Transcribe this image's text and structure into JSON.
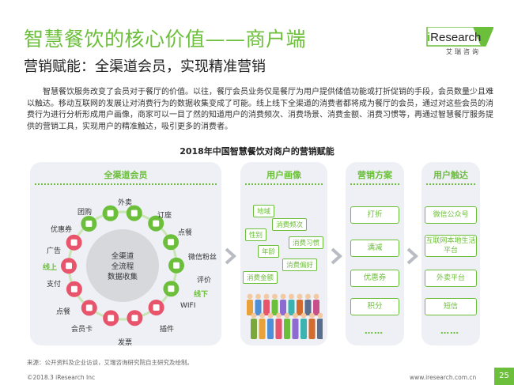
{
  "header": {
    "title": "智慧餐饮的核心价值——商户端",
    "subtitle": "营销赋能：全渠道会员，实现精准营销"
  },
  "brand": {
    "logo_text": "Research",
    "logo_i": "i",
    "logo_cn": "艾瑞咨询",
    "accent_color": "#6cbf3a"
  },
  "intro": "智慧餐饮服务改变了会员对于餐厅的价值。以往，餐厅会员业务仅是餐厅为用户提供储值功能或打折促销的手段，会员数量少且难以触达。移动互联网的发展让对消费行为的数据收集变成了可能。线上线下全渠道的消费者都将成为餐厅的会员，通过对这些会员的消费行为进行分析形成用户画像，商家可以一目了然的知道用户的消费频次、消费场景、消费金额、消费习惯等，再通过智慧餐厅服务提供的营销工具，实现用户的精准触达，吸引更多的消费者。",
  "chart": {
    "title": "2018年中国智慧餐饮对商户的营销赋能",
    "panels": {
      "channels": {
        "heading": "全渠道会员",
        "center": [
          "全渠道",
          "全流程",
          "数据收集"
        ],
        "online_label": "线上",
        "offline_label": "线下",
        "ring": [
          "外卖",
          "订座",
          "点餐",
          "微信粉丝",
          "评价",
          "WIFI",
          "插件",
          "发票",
          "会员卡",
          "点餐",
          "支付",
          "广告",
          "优惠券",
          "团购"
        ]
      },
      "portrait": {
        "heading": "用户画像",
        "tags": [
          "地域",
          "消费频次",
          "性别",
          "消费习惯",
          "年龄",
          "消费偏好",
          "消费金额"
        ]
      },
      "marketing": {
        "heading": "营销方案",
        "items": [
          "打折",
          "满减",
          "优惠券",
          "积分"
        ],
        "more": "……"
      },
      "reach": {
        "heading": "用户触达",
        "items": [
          "微信公众号",
          "互联网本地生活平台",
          "外卖平台",
          "短信"
        ],
        "more": "……"
      }
    }
  },
  "footer": {
    "source": "来源：公开资料及企业访谈，艾瑞咨询研究院自主研究及绘制。",
    "copyright": "©2018.3 iResearch Inc",
    "site": "www.iresearch.com.cn",
    "page": "25"
  }
}
